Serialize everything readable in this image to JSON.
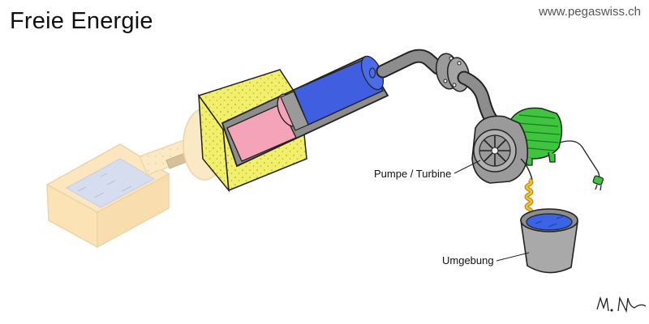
{
  "title": "Freie Energie",
  "website": "www.pegaswiss.ch",
  "labels": {
    "pump_turbine": "Pumpe / Turbine",
    "environment": "Umgebung"
  },
  "signature": "M. Nestor",
  "colors": {
    "water": "#3b63e6",
    "warm_chamber": "#f5a3b8",
    "cold_chamber": "#3f5ee0",
    "insulation": "#f2ef6a",
    "motor": "#3fc43f",
    "pipe": "#8d8d8d",
    "faded_tank": "#fbe3b5"
  },
  "icons": [
    "piston-cylinder",
    "pump-turbine",
    "electric-motor",
    "power-plug",
    "bucket",
    "water-tank"
  ]
}
